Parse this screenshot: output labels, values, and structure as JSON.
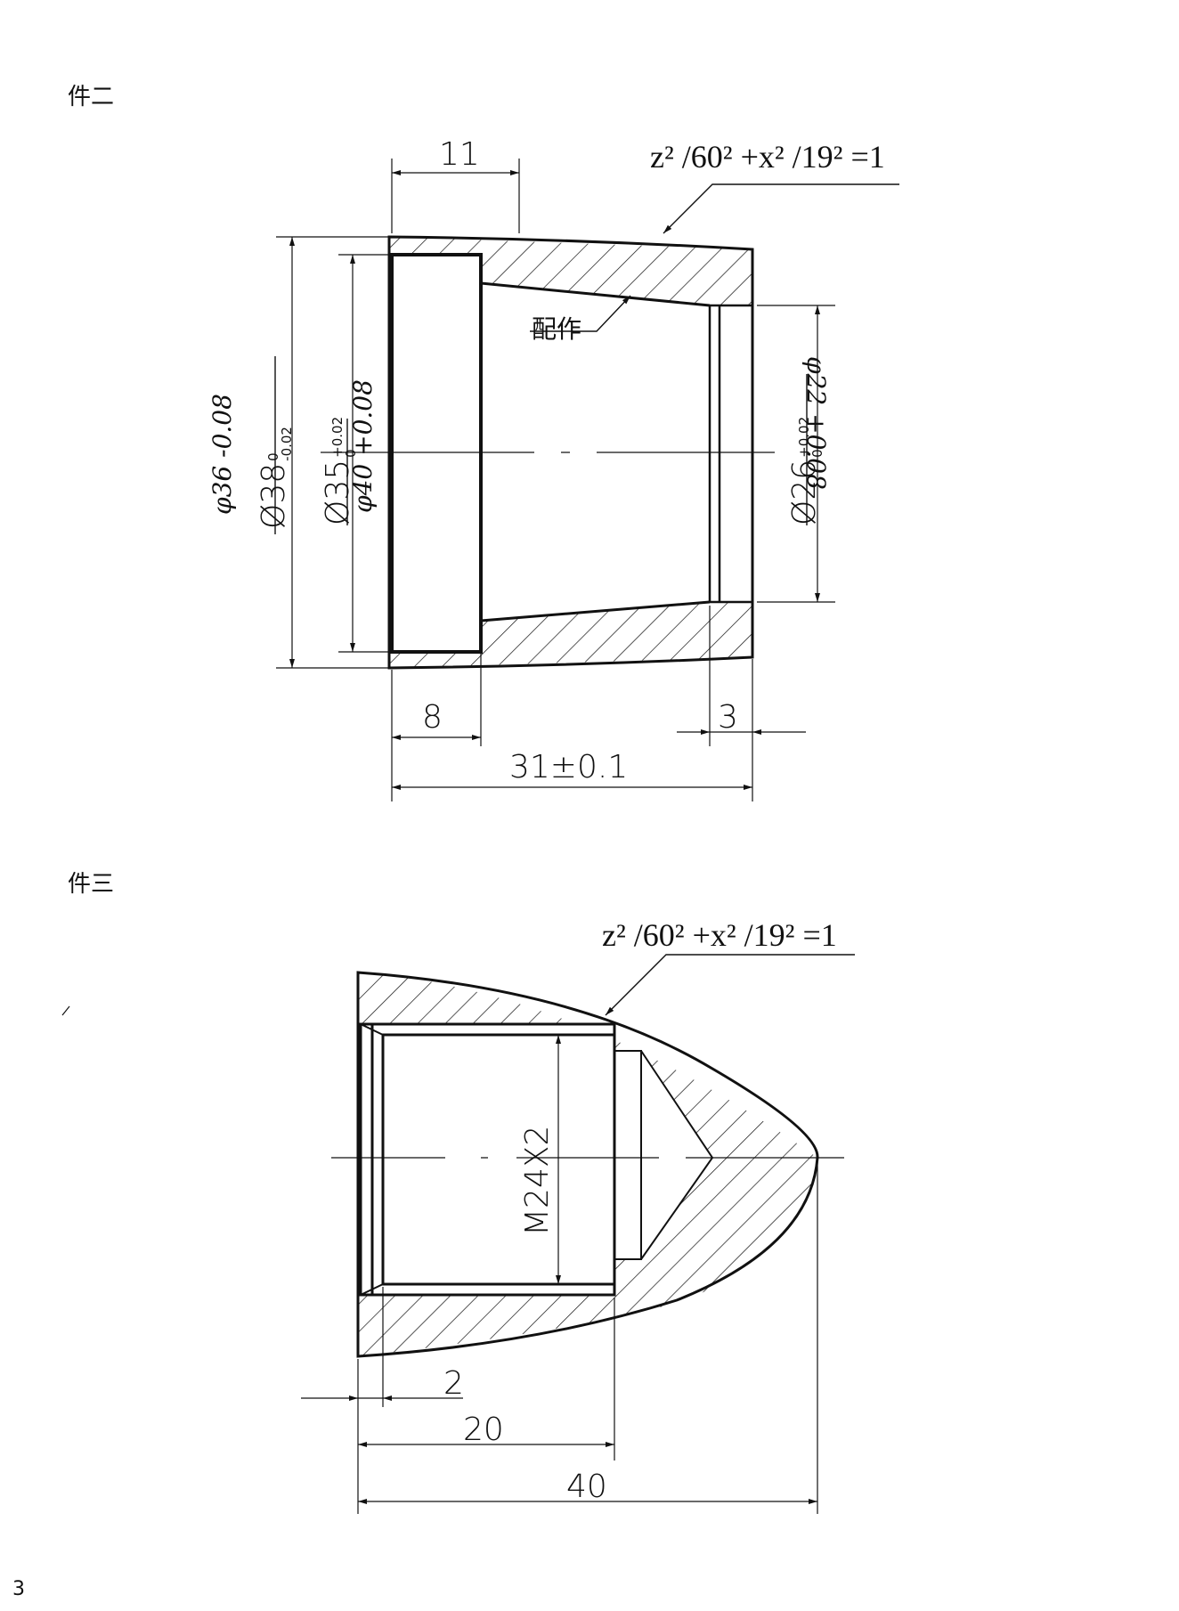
{
  "sections": {
    "part2": "件二",
    "part3": "件三"
  },
  "part2": {
    "equation": "z² /60² +x² /19² =1",
    "note_fit": "配作",
    "dims": {
      "top_11": "11",
      "bottom_8": "8",
      "bottom_3": "3",
      "overall": "31±0.1"
    },
    "diameters": {
      "d38": {
        "base": "Ø38",
        "upper": "0",
        "lower": "-0.02"
      },
      "d35": {
        "base": "Ø35",
        "upper": "+0.02",
        "lower": "0"
      },
      "d26": {
        "base": "Ø26",
        "upper": "+0.02",
        "lower": "0"
      }
    },
    "handwritten": {
      "left_a": "φ36 -0.08",
      "left_b": "φ40 +0.08",
      "right": "φ22 +0.08"
    }
  },
  "part3": {
    "equation": "z² /60² +x² /19² =1",
    "dims": {
      "thread": "M24X2",
      "d2": "2",
      "d20": "20",
      "d40": "40"
    }
  },
  "page_number": "3",
  "colors": {
    "ink": "#111111",
    "paper": "#ffffff"
  }
}
